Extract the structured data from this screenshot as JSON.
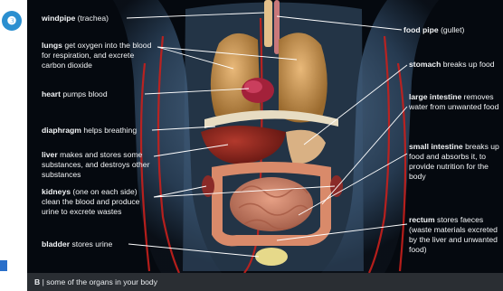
{
  "badge": {
    "glyph": "❸"
  },
  "labels": {
    "windpipe": {
      "term": "windpipe",
      "desc": "(trachea)"
    },
    "lungs": {
      "term": "lungs",
      "desc": "get oxygen into the blood for respiration, and excrete carbon dioxide"
    },
    "heart": {
      "term": "heart",
      "desc": "pumps blood"
    },
    "diaphragm": {
      "term": "diaphragm",
      "desc": "helps breathing"
    },
    "liver": {
      "term": "liver",
      "desc": "makes and stores some substances, and destroys other substances"
    },
    "kidneys": {
      "term": "kidneys",
      "desc": "(one on each side) clean the blood and produce urine to excrete wastes"
    },
    "bladder": {
      "term": "bladder",
      "desc": "stores urine"
    },
    "food_pipe": {
      "term": "food pipe",
      "desc": "(gullet)"
    },
    "stomach": {
      "term": "stomach",
      "desc": "breaks up food"
    },
    "large_intestine": {
      "term": "large intestine",
      "desc": "removes water from unwanted food"
    },
    "small_intestine": {
      "term": "small intestine",
      "desc": "breaks up food and absorbs it, to provide nutrition for the body"
    },
    "rectum": {
      "term": "rectum",
      "desc": "stores faeces (waste materials excreted by the liver and unwanted food)"
    }
  },
  "caption": {
    "letter": "B",
    "text": "| some of the organs in your body"
  },
  "colors": {
    "panel": "#05090f",
    "caption_bar": "#2a2e33",
    "leader": "#ffffff",
    "badge": "#2b8fd0"
  }
}
